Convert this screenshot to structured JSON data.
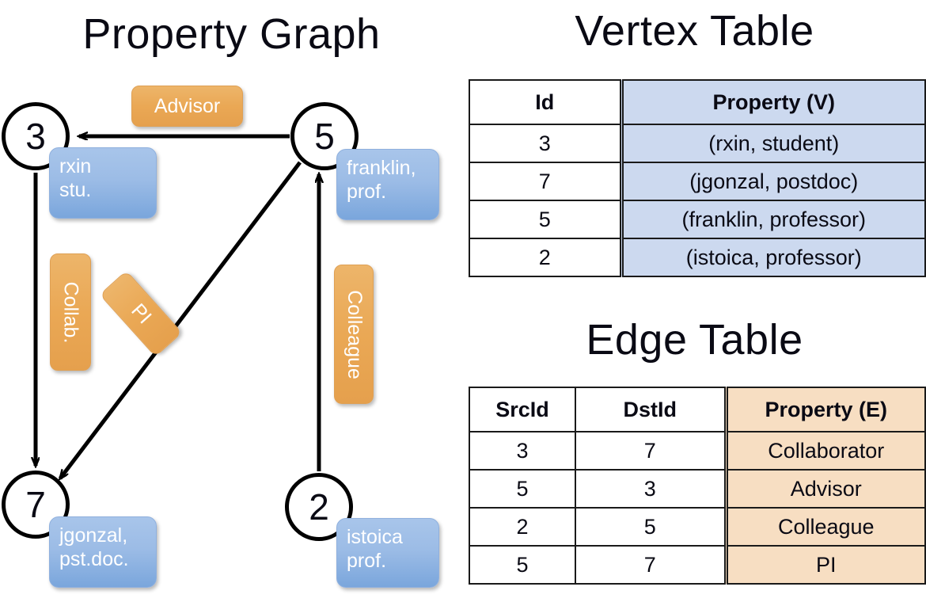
{
  "titles": {
    "property_graph": "Property Graph",
    "vertex_table": "Vertex Table",
    "edge_table": "Edge Table"
  },
  "graph": {
    "nodes": [
      {
        "id": "3",
        "property_label": "rxin\nstu."
      },
      {
        "id": "5",
        "property_label": "franklin,\nprof."
      },
      {
        "id": "7",
        "property_label": "jgonzal,\npst.doc."
      },
      {
        "id": "2",
        "property_label": "istoica\nprof."
      }
    ],
    "edge_labels": [
      {
        "name": "advisor",
        "text": "Advisor"
      },
      {
        "name": "collab",
        "text": "Collab."
      },
      {
        "name": "pi",
        "text": "PI"
      },
      {
        "name": "colleague",
        "text": "Colleague"
      }
    ],
    "edges": [
      {
        "src": "5",
        "dst": "3",
        "label": "Advisor"
      },
      {
        "src": "3",
        "dst": "7",
        "label": "Collab."
      },
      {
        "src": "5",
        "dst": "7",
        "label": "PI"
      },
      {
        "src": "2",
        "dst": "5",
        "label": "Colleague"
      }
    ]
  },
  "vertex_table": {
    "headers": [
      "Id",
      "Property (V)"
    ],
    "rows": [
      {
        "id": "3",
        "property": "(rxin, student)"
      },
      {
        "id": "7",
        "property": "(jgonzal, postdoc)"
      },
      {
        "id": "5",
        "property": "(franklin, professor)"
      },
      {
        "id": "2",
        "property": "(istoica, professor)"
      }
    ]
  },
  "edge_table": {
    "headers": [
      "SrcId",
      "DstId",
      "Property (E)"
    ],
    "rows": [
      {
        "src": "3",
        "dst": "7",
        "property": "Collaborator"
      },
      {
        "src": "5",
        "dst": "3",
        "property": "Advisor"
      },
      {
        "src": "2",
        "dst": "5",
        "property": "Colleague"
      },
      {
        "src": "5",
        "dst": "7",
        "property": "PI"
      }
    ]
  },
  "colors": {
    "vertex_property_fill": "#ccd9ef",
    "edge_property_fill": "#f7dec2",
    "node_box_blue": "#9cbce6",
    "edge_label_orange": "#eaa855",
    "stroke": "#000000"
  }
}
